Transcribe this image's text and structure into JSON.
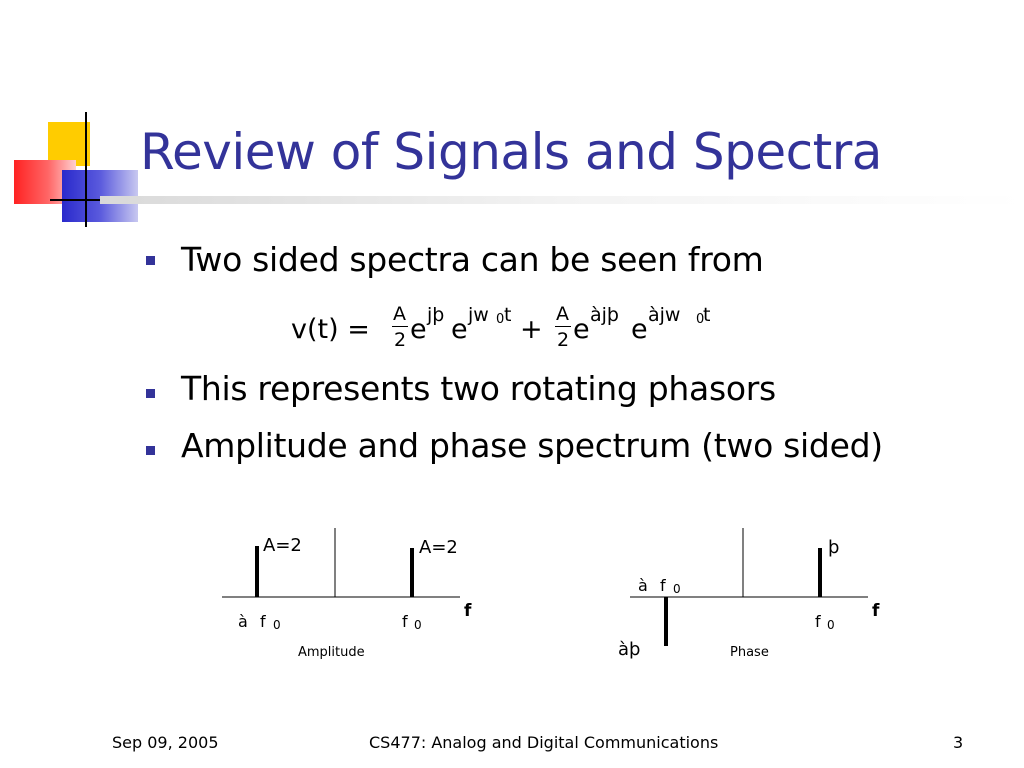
{
  "slide": {
    "title": "Review of Signals and Spectra",
    "bullets": [
      "Two sided spectra can be seen from",
      "This represents two rotating phasors",
      "Amplitude and phase spectrum (two sided)"
    ],
    "equation": {
      "lhs": "v(t) =",
      "frac1_num": "A",
      "frac1_den": "2",
      "e1": "e",
      "exp1": "jþ",
      "e2": "e",
      "exp2": "jw",
      "exp2_sub": "0",
      "exp2_tail": "t",
      "plus": "+",
      "frac2_num": "A",
      "frac2_den": "2",
      "e3": "e",
      "exp3": "àjþ",
      "e4": "e",
      "exp4": "àjw",
      "exp4_sub": "0",
      "exp4_tail": "t"
    },
    "amplitude_plot": {
      "caption": "Amplitude",
      "axis_label": "f",
      "left_label": "A=2",
      "right_label": "A=2",
      "left_tick_prefix": "à",
      "left_tick": "f",
      "left_tick_sub": "0",
      "right_tick": "f",
      "right_tick_sub": "0"
    },
    "phase_plot": {
      "caption": "Phase",
      "axis_label": "f",
      "upper_label": "þ",
      "lower_label": "àþ",
      "left_tick_prefix": "à",
      "left_tick": "f",
      "left_tick_sub": "0",
      "right_tick": "f",
      "right_tick_sub": "0"
    },
    "footer": {
      "date": "Sep 09, 2005",
      "course": "CS477: Analog and Digital Communications",
      "page_number": "3"
    },
    "colors": {
      "title": "#333399",
      "bullet": "#333399",
      "logo_yellow": "#ffcc00",
      "logo_red": "#ff3333",
      "logo_blue": "#3333cc"
    }
  }
}
